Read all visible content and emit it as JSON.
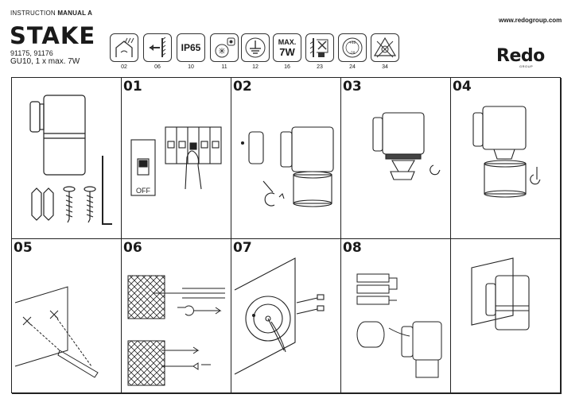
{
  "header": {
    "instruction_label": "INSTRUCTION",
    "manual_label": "MANUAL A",
    "product_name": "STAKE",
    "codes": "91175, 91176",
    "spec": "GU10, 1 x max. 7W",
    "website": "www.redogroup.com",
    "brand": "Redo",
    "brand_sub": "GROUP"
  },
  "icons": [
    {
      "num": "02",
      "name": "outdoor-rain-icon",
      "text": ""
    },
    {
      "num": "06",
      "name": "wall-mount-icon",
      "text": ""
    },
    {
      "num": "10",
      "name": "ip-rating-icon",
      "text": "IP65"
    },
    {
      "num": "11",
      "name": "bulb-type-icon",
      "text": ""
    },
    {
      "num": "12",
      "name": "earth-ground-icon",
      "text": ""
    },
    {
      "num": "16",
      "name": "max-power-icon",
      "text": "MAX.",
      "text2": "7W"
    },
    {
      "num": "23",
      "name": "no-insulation-cover-icon",
      "text": ""
    },
    {
      "num": "24",
      "name": "temperature-range-icon",
      "text": ""
    },
    {
      "num": "34",
      "name": "no-dimmer-icon",
      "text": ""
    }
  ],
  "steps": [
    "",
    "01",
    "02",
    "03",
    "04",
    "05",
    "06",
    "07",
    "08",
    ""
  ],
  "step01": {
    "switch_label": "OFF"
  }
}
